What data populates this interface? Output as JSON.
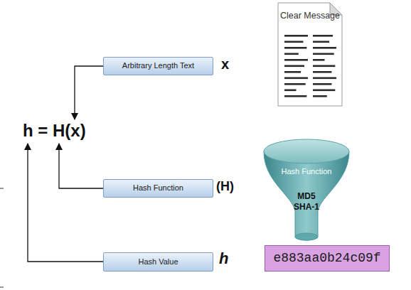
{
  "diagram": {
    "nodes": [
      {
        "text": [
          "Arbitrary Length Text"
        ]
      },
      {
        "text": [
          "Clear Message"
        ]
      },
      {
        "text": [
          "Hash Function"
        ]
      },
      {
        "text": [
          "Hash Function",
          "MD5 SHA-1"
        ]
      },
      {
        "text": [
          "Hash Value"
        ]
      },
      {
        "text": [
          "e883aa0b24c09f"
        ]
      }
    ],
    "labels": [
      "x",
      "h = H(x)",
      "(H)",
      "h"
    ]
  }
}
